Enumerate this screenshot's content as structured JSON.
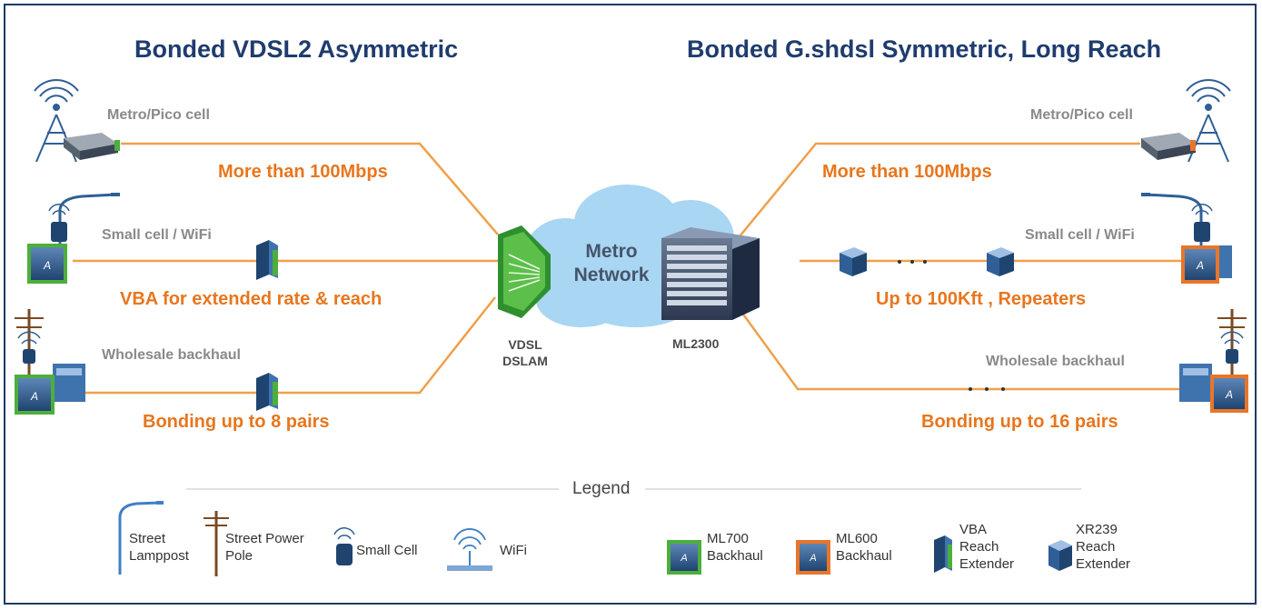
{
  "titles": {
    "left": "Bonded VDSL2 Asymmetric",
    "right": "Bonded G.shdsl Symmetric, Long Reach"
  },
  "left": {
    "site1": "Metro/Pico cell",
    "rate1": "More than 100Mbps",
    "site2": "Small cell / WiFi",
    "rate2": "VBA for extended rate & reach",
    "site3": "Wholesale backhaul",
    "rate3": "Bonding up to  8 pairs"
  },
  "right": {
    "site1": "Metro/Pico cell",
    "rate1": "More than 100Mbps",
    "site2": "Small cell / WiFi",
    "rate2": "Up to 100Kft , Repeaters",
    "site3": "Wholesale backhaul",
    "rate3": "Bonding up to  16 pairs"
  },
  "center": {
    "cloud_line1": "Metro",
    "cloud_line2": "Network",
    "dslam_line1": "VDSL",
    "dslam_line2": "DSLAM",
    "ml2300": "ML2300"
  },
  "legend": {
    "title": "Legend",
    "lamppost_1": "Street",
    "lamppost_2": "Lamppost",
    "pole_1": "Street Power",
    "pole_2": "Pole",
    "small_cell": "Small Cell",
    "wifi": "WiFi",
    "ml700_1": "ML700",
    "ml700_2": "Backhaul",
    "ml600_1": "ML600",
    "ml600_2": "Backhaul",
    "vba_1": "VBA",
    "vba_2": "Reach",
    "vba_3": "Extender",
    "xr239_1": "XR239",
    "xr239_2": "Reach",
    "xr239_3": "Extender"
  },
  "colors": {
    "title": "#1f3c6e",
    "link": "#f0a04a",
    "rate_text": "#e8761e",
    "site_text": "#8a8a8a",
    "cloud": "#a9d6f2",
    "ml700_frame": "#4caf3c",
    "ml600_frame": "#e8762a",
    "device_blue": "#2f5f96"
  }
}
